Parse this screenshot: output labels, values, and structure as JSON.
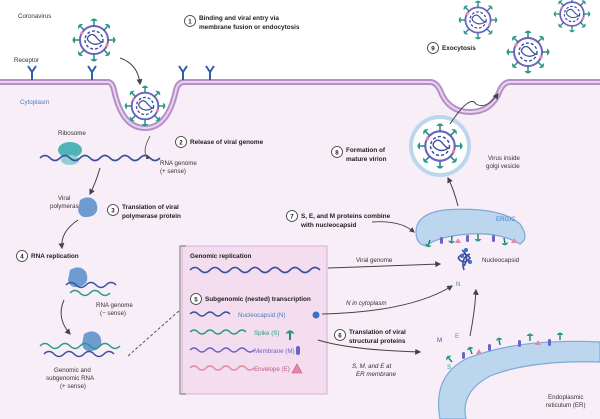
{
  "labels": {
    "coronavirus": "Coronavirus",
    "receptor": "Receptor",
    "cytoplasm": "Cytoplasm",
    "ribosome": "Ribosome",
    "rna_genome_line1": "RNA genome",
    "rna_genome_line2": "(+ sense)",
    "viral_polymerase_line1": "Viral",
    "viral_polymerase_line2": "polymerase",
    "rna_genome_neg_line1": "RNA genome",
    "rna_genome_neg_line2": "(− sense)",
    "genomic_sub_line1": "Genomic and",
    "genomic_sub_line2": "subgenomic RNA",
    "genomic_sub_line3": "(+ sense)",
    "genomic_replication": "Genomic replication",
    "viral_genome": "Viral genome",
    "n_in_cytoplasm": "N in cytoplasm",
    "nucleocapsid_n": "Nucleocapsid (N)",
    "spike_s": "Spike (S)",
    "membrane_m": "Membrane (M)",
    "envelope_e": "Envelope (E)",
    "smeer_line1": "S, M, and E at",
    "smeer_line2": "ER membrane",
    "ergic": "ERGIC",
    "nucleocapsid": "Nucleocapsid",
    "n_letter": "N",
    "m_letter": "M",
    "e_letter": "E",
    "s_letter": "S",
    "virus_golgi_line1": "Virus inside",
    "virus_golgi_line2": "golgi vesicle",
    "er_line1": "Endoplasmic",
    "er_line2": "reticulum (ER)"
  },
  "steps": [
    {
      "number": "1",
      "line1": "Binding and viral entry via",
      "line2": "membrane fusion or endocytosis"
    },
    {
      "number": "2",
      "line1": "Release of viral genome",
      "line2": ""
    },
    {
      "number": "3",
      "line1": "Translation of viral",
      "line2": "polymerase protein"
    },
    {
      "number": "4",
      "line1": "RNA replication",
      "line2": ""
    },
    {
      "number": "5",
      "line1": "Subgenomic (nested) transcription",
      "line2": ""
    },
    {
      "number": "6",
      "line1": "Translation of viral",
      "line2": "structural proteins"
    },
    {
      "number": "7",
      "line1": "S, E, and M proteins combine",
      "line2": "with nucleocapsid"
    },
    {
      "number": "8",
      "line1": "Formation of",
      "line2": "mature virion"
    },
    {
      "number": "9",
      "line1": "Exocytosis",
      "line2": ""
    }
  ],
  "colors": {
    "membrane": "#b68fc9",
    "cytoplasm": "#f8eef7",
    "spike": "#2a9a8a",
    "rna_blue": "#3b4fa0",
    "polymerase": "#6f9bd1",
    "ribosome": "#4fb3b8",
    "envelope": "#e08aa8",
    "membrane_protein": "#6c63c8",
    "er": "#bcd6ee"
  }
}
